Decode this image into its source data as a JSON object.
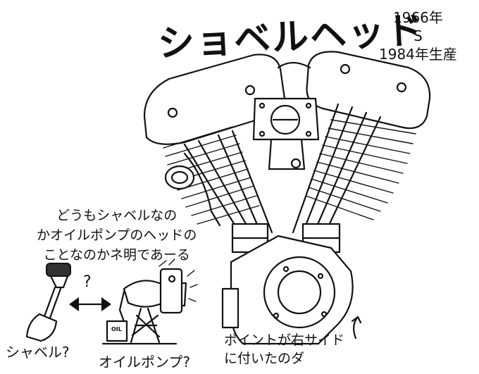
{
  "title": "ショベルヘッド",
  "years": {
    "start": "1966年",
    "tilde": "S",
    "end": "1984年生産"
  },
  "caption": {
    "line1": "どうもシャベルなの",
    "line2": "かオイルポンプのヘッドの",
    "line3": "ことなのかネ明であーる"
  },
  "question_mark": "?",
  "labels": {
    "shovel": "シャベル?",
    "oil_pump": "オイルポンプ?",
    "oil_can": "OIL"
  },
  "note": {
    "line1": "ポイントが右サイド",
    "line2": "に付いたのダ"
  },
  "colors": {
    "ink": "#111111",
    "paper": "#ffffff"
  }
}
